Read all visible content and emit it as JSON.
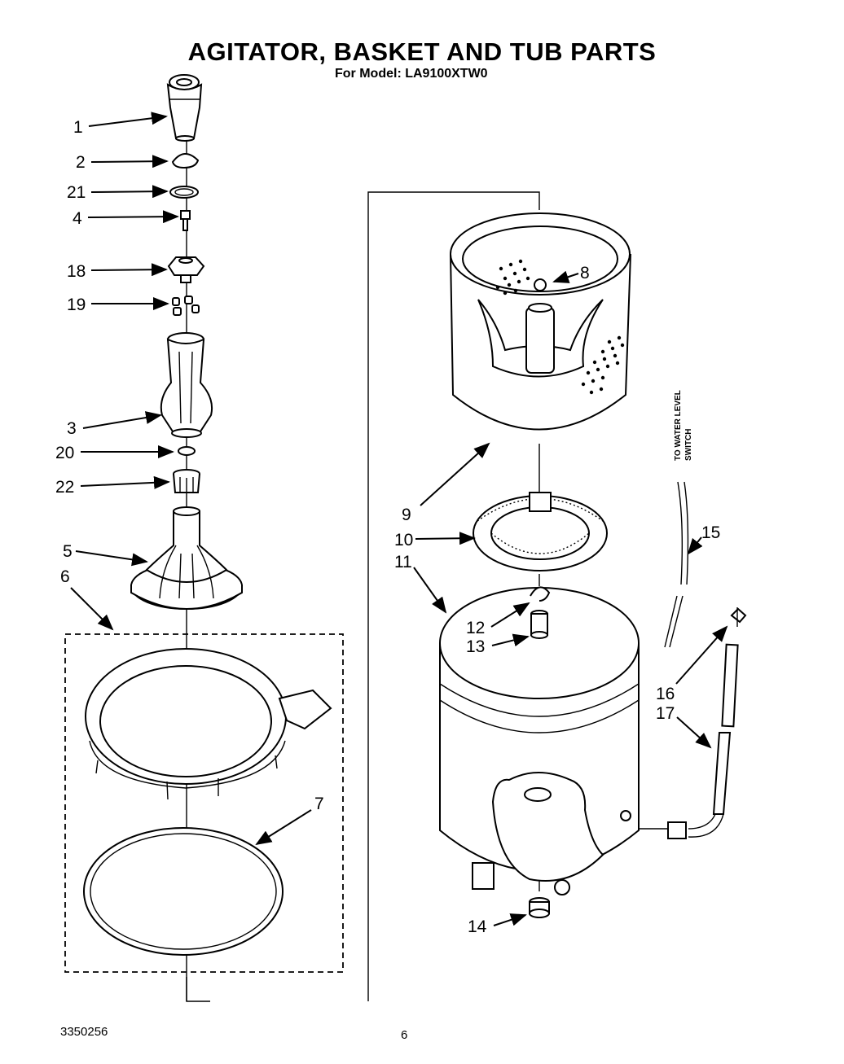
{
  "header": {
    "title": "AGITATOR, BASKET AND TUB PARTS",
    "subtitle": "For Model: LA9100XTW0"
  },
  "footer": {
    "doc_number": "3350256",
    "page_number": "6"
  },
  "callouts": {
    "c1": "1",
    "c2": "2",
    "c21": "21",
    "c4": "4",
    "c18": "18",
    "c19": "19",
    "c3": "3",
    "c20": "20",
    "c22": "22",
    "c5": "5",
    "c6": "6",
    "c7": "7",
    "c8": "8",
    "c9": "9",
    "c10": "10",
    "c11": "11",
    "c12": "12",
    "c13": "13",
    "c14": "14",
    "c15": "15",
    "c16": "16",
    "c17": "17"
  },
  "side_label": {
    "line1": "TO WATER LEVEL",
    "line2": "SWITCH"
  }
}
